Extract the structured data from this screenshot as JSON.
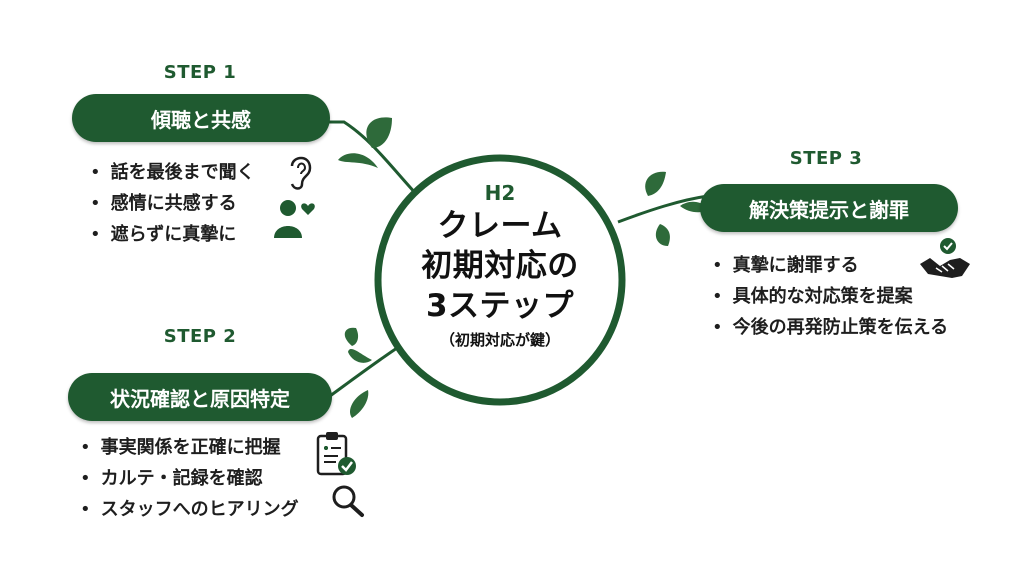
{
  "center": {
    "tag": "H2",
    "title_lines": [
      "クレーム",
      "初期対応の",
      "3ステップ"
    ],
    "subtitle": "（初期対応が鍵）"
  },
  "steps": [
    {
      "label": "STEP 1",
      "title": "傾聴と共感",
      "bullets": [
        "話を最後まで聞く",
        "感情に共感する",
        "遮らずに真摯に"
      ],
      "icons": [
        "ear-icon",
        "empathy-person-heart-icon"
      ]
    },
    {
      "label": "STEP 2",
      "title": "状況確認と原因特定",
      "bullets": [
        "事実関係を正確に把握",
        "カルテ・記録を確認",
        "スタッフへのヒアリング"
      ],
      "icons": [
        "clipboard-check-icon",
        "magnifier-icon"
      ]
    },
    {
      "label": "STEP 3",
      "title": "解決策提示と謝罪",
      "bullets": [
        "真摯に謝罪する",
        "具体的な対応策を提案",
        "今後の再発防止策を伝える"
      ],
      "icons": [
        "handshake-check-icon"
      ]
    }
  ],
  "colors": {
    "primary_green": "#1f5a30",
    "leaf_green": "#2e6a3a",
    "text_dark": "#1e1e1e",
    "background": "#ffffff"
  }
}
